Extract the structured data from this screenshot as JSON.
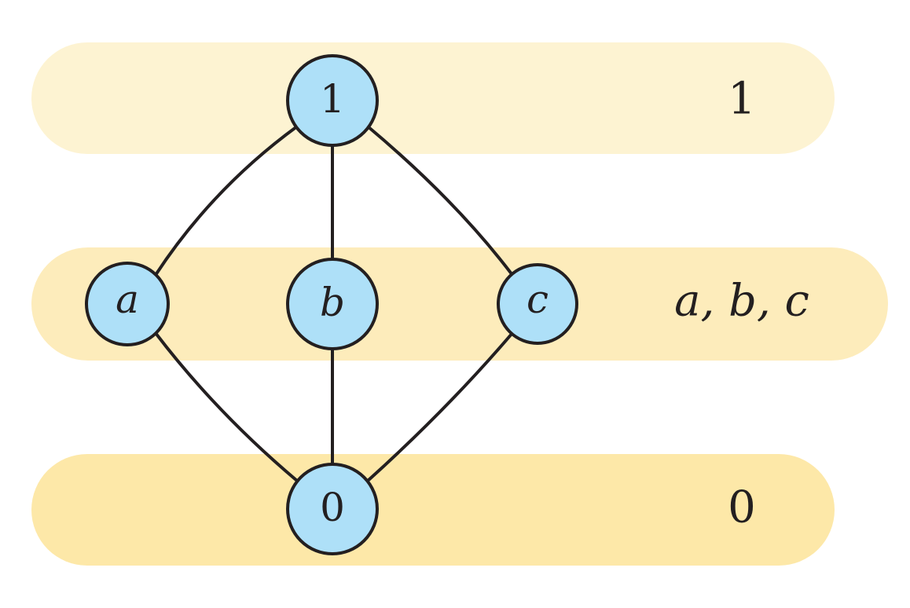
{
  "colors": {
    "band_top": "#fdf3d2",
    "band_middle": "#fdecbb",
    "band_bottom": "#fde8a8",
    "node_fill": "#aee0f8",
    "stroke": "#231f20"
  },
  "nodes": {
    "top": "1",
    "a": "a",
    "b": "b",
    "c": "c",
    "bottom": "0"
  },
  "levels": {
    "top": "1",
    "middle": "a, b, c",
    "bottom": "0"
  }
}
